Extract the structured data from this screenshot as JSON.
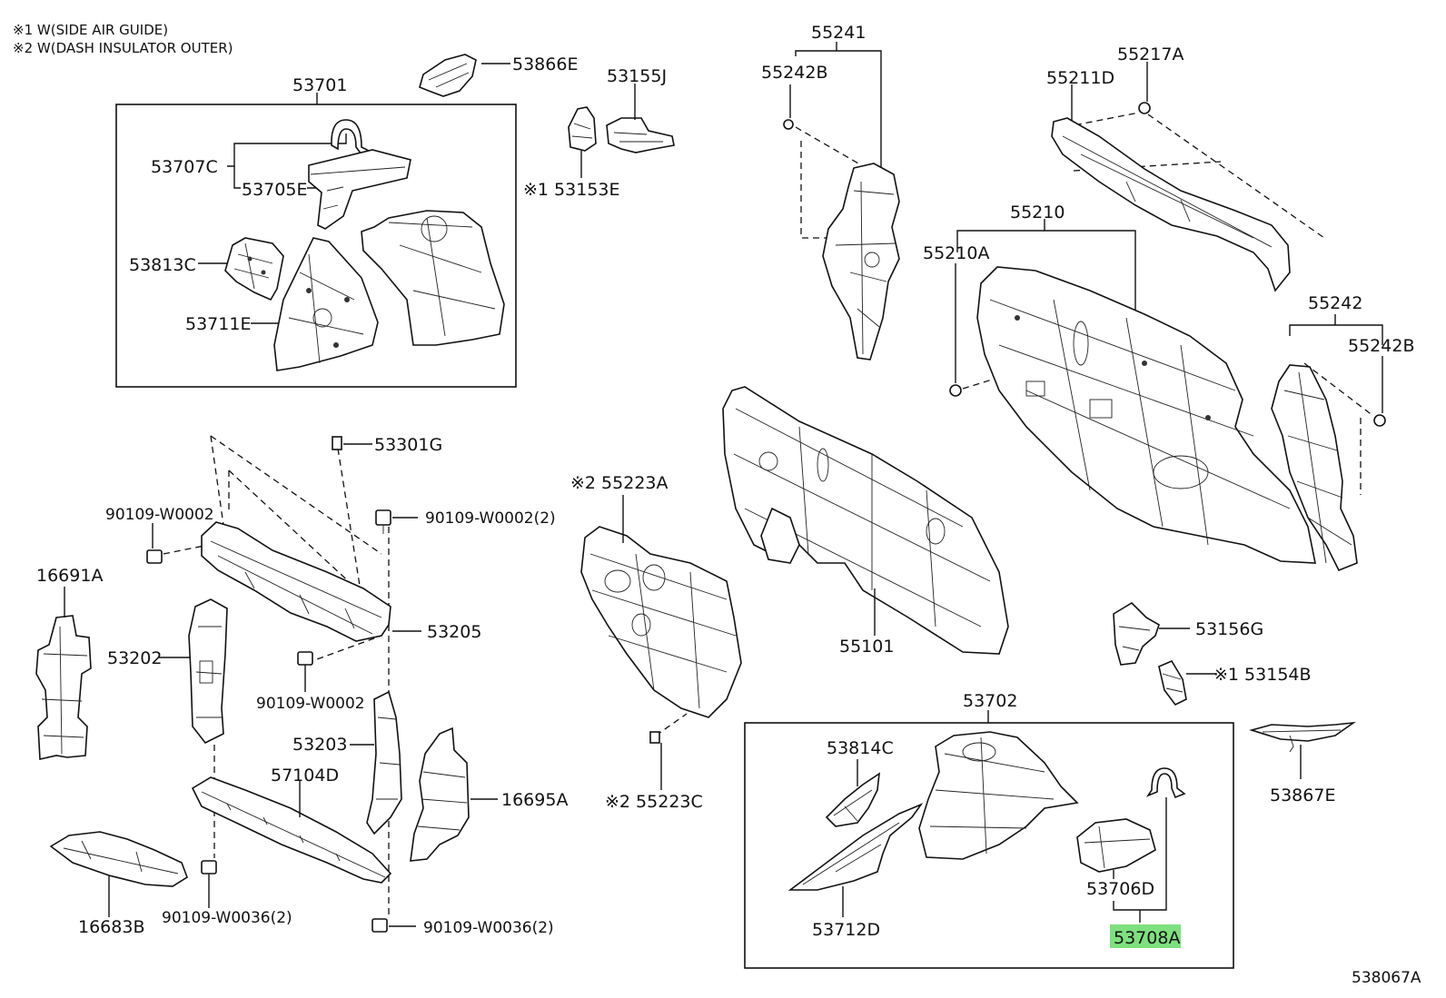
{
  "notes": [
    "※1 W(SIDE AIR GUIDE)",
    "※2 W(DASH INSULATOR OUTER)"
  ],
  "diagram_ref": "538067A",
  "labels": {
    "p53701": "53701",
    "p53866E": "53866E",
    "p53155J": "53155J",
    "p53707C": "53707C",
    "p53705E": "53705E",
    "p53153E": "※1 53153E",
    "p53813C": "53813C",
    "p53711E": "53711E",
    "p55241": "55241",
    "p55242B_top": "55242B",
    "p55217A": "55217A",
    "p55211D": "55211D",
    "p55210": "55210",
    "p55210A": "55210A",
    "p55242": "55242",
    "p55242B_right": "55242B",
    "p53301G": "53301G",
    "p90109_W0002_a": "90109-W0002",
    "p90109_W0002_2": "90109-W0002(2)",
    "p16691A": "16691A",
    "p55223A": "※2 55223A",
    "p53205": "53205",
    "p53202": "53202",
    "p90109_W0002_b": "90109-W0002",
    "p55101": "55101",
    "p53156G": "53156G",
    "p53154B": "※1 53154B",
    "p53702": "53702",
    "p53203": "53203",
    "p57104D": "57104D",
    "p16695A": "16695A",
    "p55223C": "※2 55223C",
    "p53814C": "53814C",
    "p53867E": "53867E",
    "p16683B": "16683B",
    "p90109_W0036_a": "90109-W0036(2)",
    "p90109_W0036_b": "90109-W0036(2)",
    "p53706D": "53706D",
    "p53712D": "53712D",
    "p53708A": "53708A"
  },
  "highlight": {
    "part": "53708A",
    "color": "#7ee07e"
  }
}
